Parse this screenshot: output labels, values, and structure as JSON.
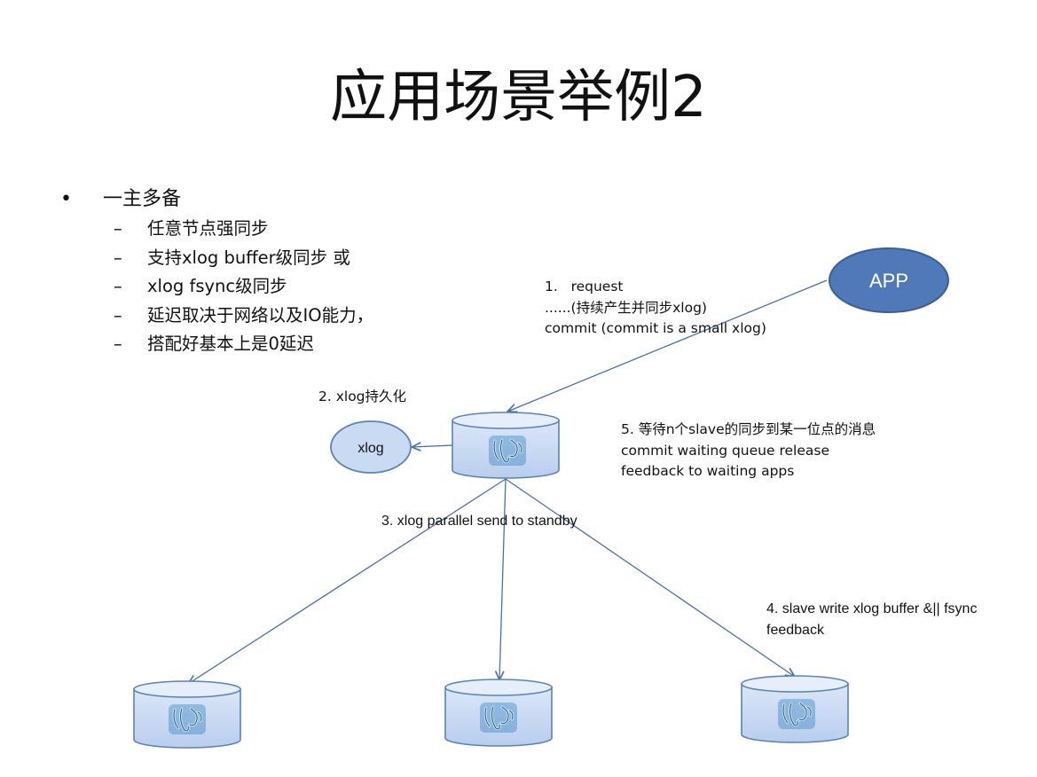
{
  "slide": {
    "title": "应用场景举例2",
    "bullet_main": {
      "marker": "•",
      "text": "一主多备"
    },
    "sub_marker": "–",
    "sub_items": [
      "任意节点强同步",
      "支持xlog buffer级同步 或",
      "xlog fsync级同步",
      "延迟取决于网络以及IO能力，",
      "搭配好基本上是0延迟"
    ]
  },
  "diagram": {
    "app_label": "APP",
    "xlog_label": "xlog",
    "step1": {
      "num": "1.",
      "request": "request",
      "line2": "......(持续产生并同步xlog)",
      "line3": "commit (commit is a small xlog)"
    },
    "step2": "2. xlog持久化",
    "step3": "3. xlog parallel send to standby",
    "step4": [
      "4. slave write xlog buffer &|| fsync",
      "feedback"
    ],
    "step5": [
      "5. 等待n个slave的同步到某一位点的消息",
      "commit waiting queue release",
      "feedback to waiting apps"
    ],
    "colors": {
      "app_fill": "#4f79b8",
      "app_stroke": "#3a5f96",
      "db_fill": "#c9daf3",
      "db_stroke": "#5a82b8",
      "arrow": "#4a6fa5"
    },
    "icons": [
      "postgresql-elephant-icon"
    ]
  }
}
